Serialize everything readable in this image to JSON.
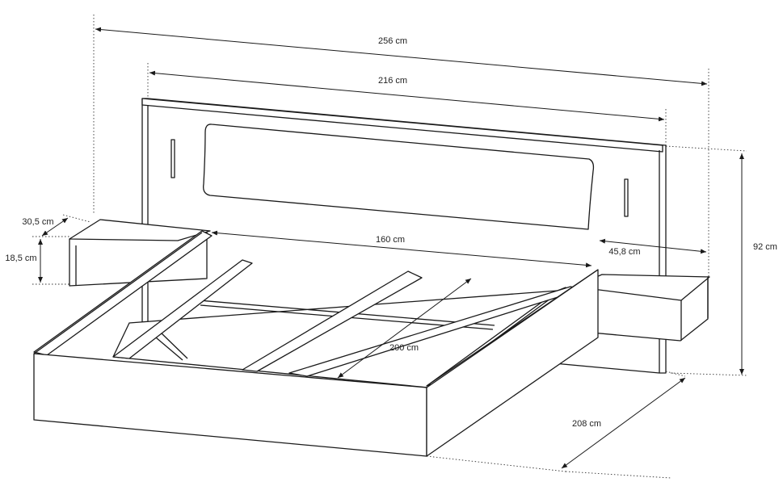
{
  "dimensions": {
    "total_width": "256 cm",
    "headboard_width": "216 cm",
    "mattress_width": "160 cm",
    "nightstand_offset": "45,8 cm",
    "height": "92 cm",
    "nightstand_depth": "30,5 cm",
    "nightstand_height": "18,5 cm",
    "mattress_length": "200 cm",
    "total_length": "208 cm"
  },
  "colors": {
    "line": "#1a1a1a",
    "background": "#ffffff"
  }
}
